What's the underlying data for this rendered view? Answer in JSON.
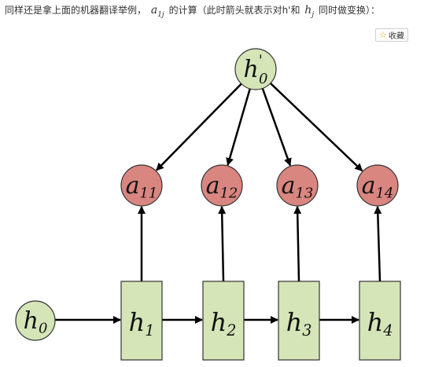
{
  "caption": {
    "text_before": "同样还是拿上面的机器翻译举例，",
    "math_a": "a",
    "math_a_sub": "1j",
    "text_middle": "的计算（此时箭头就表示对h'和",
    "math_h": "h",
    "math_h_sub": "j",
    "text_after": "同时做变换）："
  },
  "favorite_button": {
    "icon": "star-icon",
    "label": "收藏"
  },
  "diagram": {
    "decoder_state": {
      "base": "h",
      "prime": "'",
      "sub": "0"
    },
    "attention_scores": [
      {
        "base": "a",
        "sub": "11"
      },
      {
        "base": "a",
        "sub": "12"
      },
      {
        "base": "a",
        "sub": "13"
      },
      {
        "base": "a",
        "sub": "14"
      }
    ],
    "encoder_init": {
      "base": "h",
      "sub": "0"
    },
    "encoder_states": [
      {
        "base": "h",
        "sub": "1"
      },
      {
        "base": "h",
        "sub": "2"
      },
      {
        "base": "h",
        "sub": "3"
      },
      {
        "base": "h",
        "sub": "4"
      }
    ],
    "colors": {
      "green_fill": "#d5e5b8",
      "green_stroke": "#333333",
      "red_fill": "#d98580",
      "arrow": "#000000"
    }
  }
}
